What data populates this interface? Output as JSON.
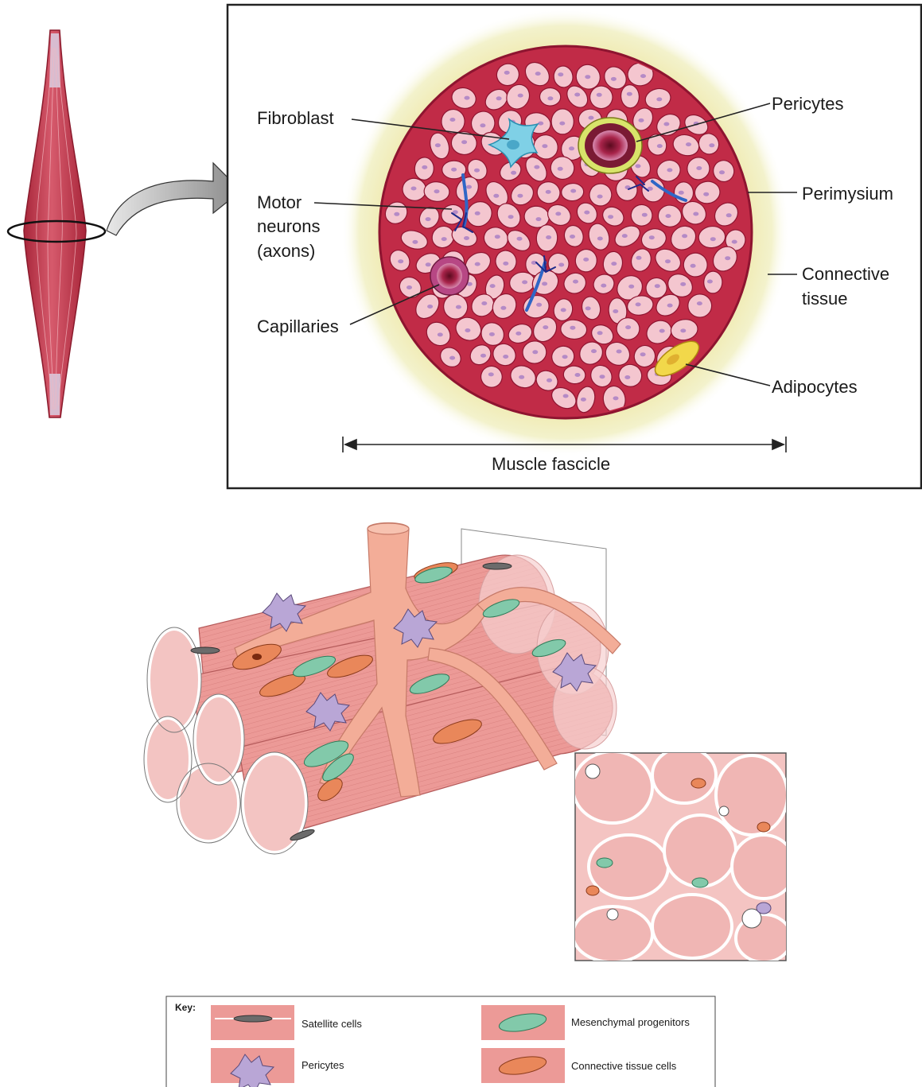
{
  "top_panel": {
    "labels": {
      "fibroblast": "Fibroblast",
      "motor_line1": "Motor",
      "motor_line2": "neurons",
      "motor_line3": "(axons)",
      "capillaries": "Capillaries",
      "pericytes": "Pericytes",
      "perimysium": "Perimysium",
      "connective_line1": "Connective",
      "connective_line2": "tissue",
      "adipocytes": "Adipocytes",
      "muscle_fascicle": "Muscle fascicle"
    }
  },
  "key": {
    "title": "Key:",
    "items": [
      {
        "label": "Satellite cells",
        "icon": "satellite-cell-icon",
        "color": "#6b6b6b"
      },
      {
        "label": "Pericytes",
        "icon": "pericyte-icon",
        "color": "#b9a6cf"
      },
      {
        "label": "Mesenchymal progenitors",
        "icon": "mesenchymal-progenitor-icon",
        "color": "#7fc7a8"
      },
      {
        "label": "Connective tissue cells",
        "icon": "connective-tissue-cell-icon",
        "color": "#e98a5a"
      }
    ]
  },
  "colors": {
    "muscle_red": "#c23a4e",
    "fiber_pink": "#f4c6cc",
    "glow_yellow": "#eef2b8",
    "fiber_bundle": "#ee9c96",
    "vessel": "#f1a990",
    "nerve_blue": "#3a6fc9"
  }
}
